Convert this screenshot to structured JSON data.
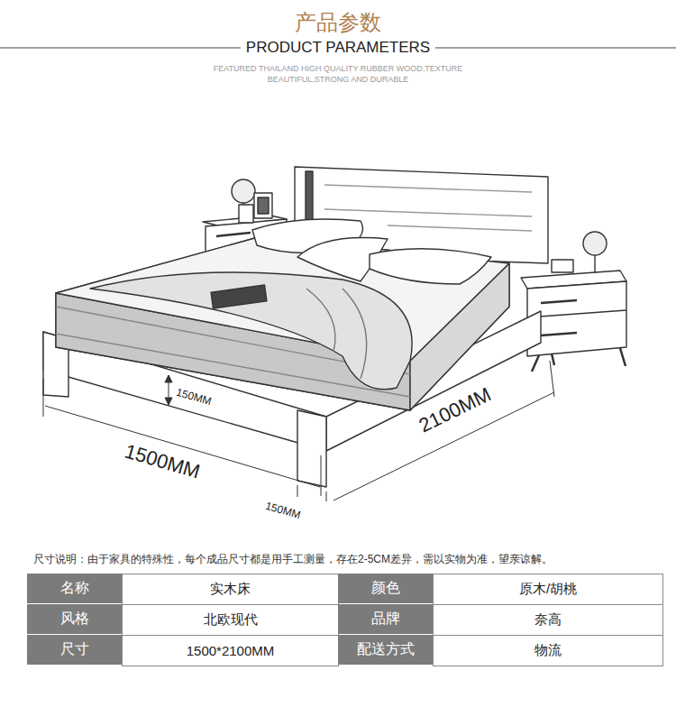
{
  "diagram": {
    "title": "产品参数",
    "labels": [
      "PRODUCT PARAMETERS",
      "FEATURED THAILAND HIGH QUALITY RUBBER WOOD,TEXTURE BEAUTIFUL,STRONG AND DURABLE",
      "150MM",
      "1500MM",
      "2100MM",
      "150MM",
      "尺寸说明：由于家具的特殊性，每个成品尺寸都是用手工测量，存在2-5CM差异，需以实物为准，望亲谅解。",
      "名称",
      "实木床",
      "颜色",
      "原木/胡桃",
      "风格",
      "北欧现代",
      "品牌",
      "奈高",
      "尺寸",
      "1500*2100MM",
      "配送方式",
      "物流"
    ]
  }
}
